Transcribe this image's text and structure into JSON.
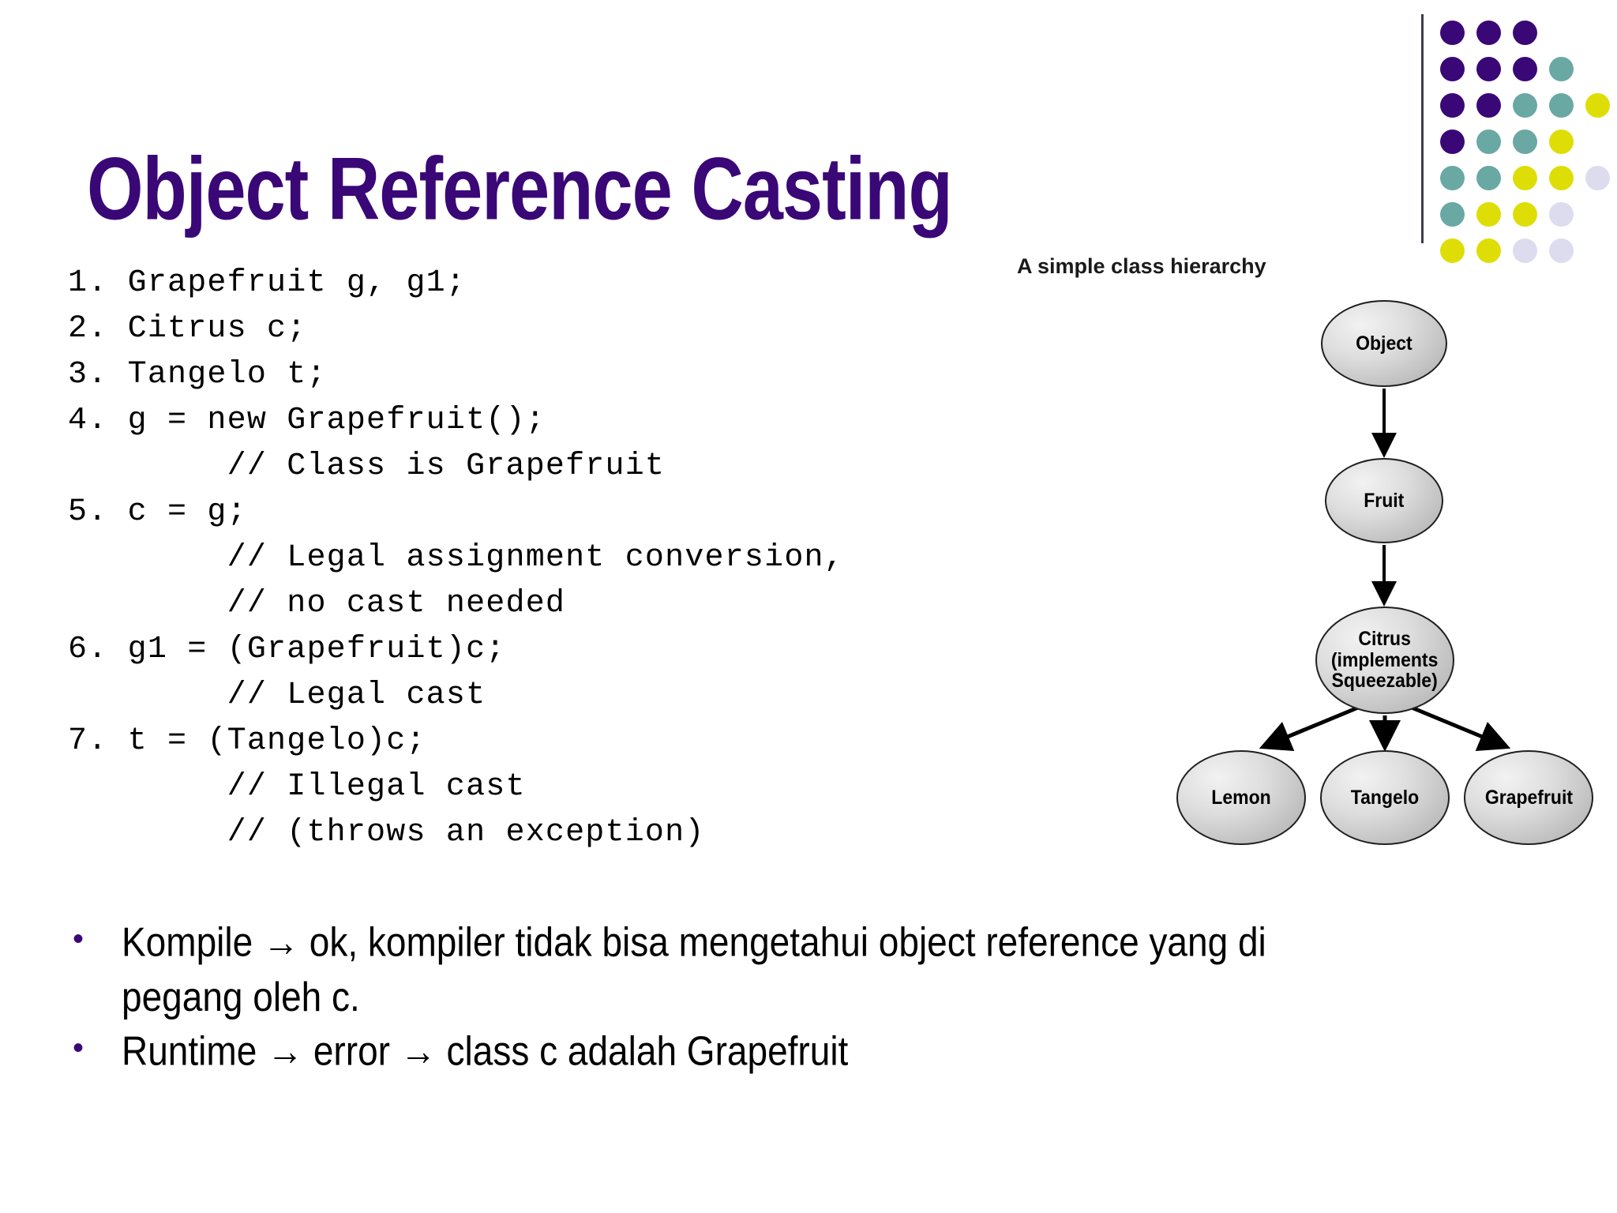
{
  "slide": {
    "title": "Object Reference Casting",
    "title_color": "#3a0777"
  },
  "code": {
    "lines": [
      "1. Grapefruit g, g1;",
      "2. Citrus c;",
      "3. Tangelo t;",
      "4. g = new Grapefruit();",
      "        // Class is Grapefruit",
      "5. c = g;",
      "        // Legal assignment conversion,",
      "        // no cast needed",
      "6. g1 = (Grapefruit)c;",
      "        // Legal cast",
      "7. t = (Tangelo)c;",
      "        // Illegal cast",
      "        // (throws an exception)"
    ]
  },
  "diagram": {
    "caption": "A simple class hierarchy",
    "nodes": {
      "object": "Object",
      "fruit": "Fruit",
      "citrus_line1": "Citrus",
      "citrus_line2": "(implements",
      "citrus_line3": "Squeezable)",
      "lemon": "Lemon",
      "tangelo": "Tangelo",
      "grapefruit": "Grapefruit"
    }
  },
  "bullets": {
    "marker": "•",
    "items": [
      "Kompile → ok, kompiler tidak bisa mengetahui object reference yang di pegang oleh c.",
      "Runtime → error → class c adalah Grapefruit"
    ]
  },
  "decoration": {
    "colors": {
      "purple": "#3a0777",
      "teal": "#6aa8a3",
      "yellow": "#dede06",
      "lavender": "#dcdcee",
      "divider": "#3b3b52"
    },
    "grid": [
      [
        "purple",
        "purple",
        "purple",
        "empty",
        "empty"
      ],
      [
        "purple",
        "purple",
        "purple",
        "teal",
        "empty"
      ],
      [
        "purple",
        "purple",
        "teal",
        "teal",
        "yellow"
      ],
      [
        "purple",
        "teal",
        "teal",
        "yellow",
        "empty"
      ],
      [
        "teal",
        "teal",
        "yellow",
        "yellow",
        "lavender"
      ],
      [
        "teal",
        "yellow",
        "yellow",
        "lavender",
        "empty"
      ],
      [
        "yellow",
        "yellow",
        "lavender",
        "lavender",
        "empty"
      ]
    ]
  }
}
